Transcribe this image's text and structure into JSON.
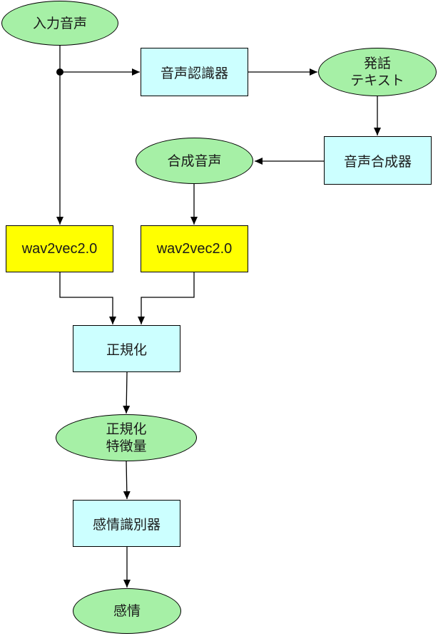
{
  "nodes": {
    "input_audio": "入力音声",
    "asr": "音声認識器",
    "utterance_text": "発話\nテキスト",
    "tts": "音声合成器",
    "synth_audio": "合成音声",
    "w2v_left": "wav2vec2.0",
    "w2v_right": "wav2vec2.0",
    "normalize": "正規化",
    "norm_features": "正規化\n特徴量",
    "emotion_classifier": "感情識別器",
    "emotion": "感情"
  },
  "colors": {
    "ellipse_fill": "#a6f0a6",
    "process_fill": "#ccffff",
    "model_fill": "#ffff00",
    "stroke": "#000000"
  }
}
